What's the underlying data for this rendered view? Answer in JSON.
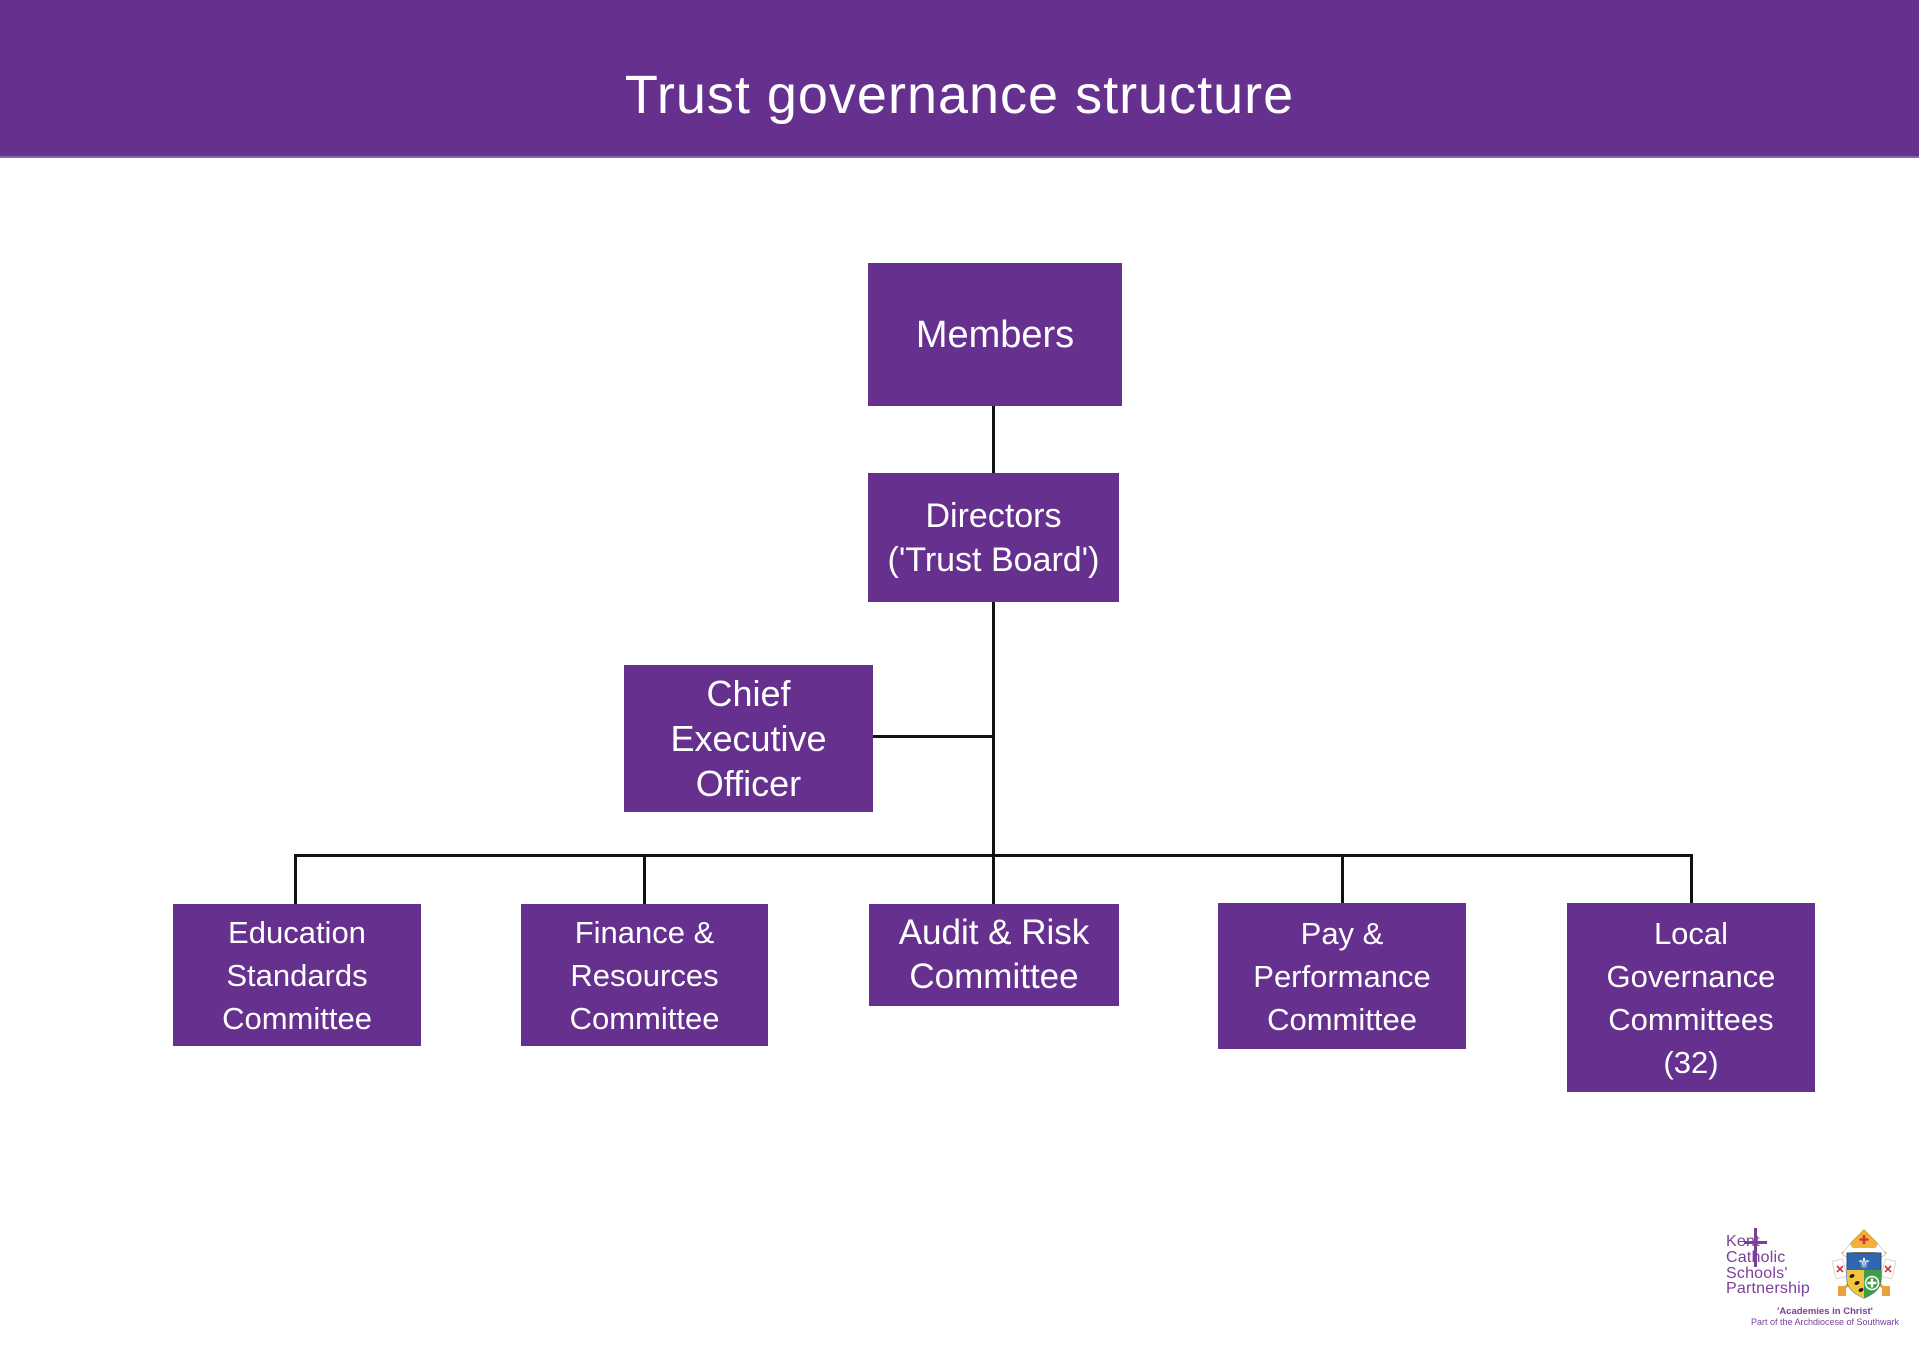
{
  "header": {
    "title": "Trust governance structure",
    "background_color": "#66308F",
    "text_color": "#FFFFFF"
  },
  "org_chart": {
    "box_color": "#66308F",
    "box_text_color": "#FFFFFF",
    "line_color": "#111111",
    "nodes": [
      {
        "id": "members",
        "label": "Members"
      },
      {
        "id": "directors",
        "label": "Directors\n('Trust Board')"
      },
      {
        "id": "ceo",
        "label": "Chief\nExecutive\nOfficer"
      },
      {
        "id": "education",
        "label": "Education\nStandards\nCommittee"
      },
      {
        "id": "finance",
        "label": "Finance &\nResources\nCommittee"
      },
      {
        "id": "audit",
        "label": "Audit & Risk\nCommittee"
      },
      {
        "id": "pay",
        "label": "Pay &\nPerformance\nCommittee"
      },
      {
        "id": "local",
        "label": "Local\nGovernance\nCommittees\n(32)"
      }
    ],
    "edges": [
      {
        "from": "members",
        "to": "directors"
      },
      {
        "from": "directors",
        "to": "ceo"
      },
      {
        "from": "directors",
        "to": "education"
      },
      {
        "from": "directors",
        "to": "finance"
      },
      {
        "from": "directors",
        "to": "audit"
      },
      {
        "from": "directors",
        "to": "pay"
      },
      {
        "from": "directors",
        "to": "local"
      }
    ]
  },
  "logo": {
    "name_lines": [
      "Kent",
      "Catholic",
      "Schools'",
      "Partnership"
    ],
    "tagline_line1": "'Academies in Christ'",
    "tagline_line2": "Part of the Archdiocese of Southwark",
    "text_color": "#7B3F99"
  }
}
